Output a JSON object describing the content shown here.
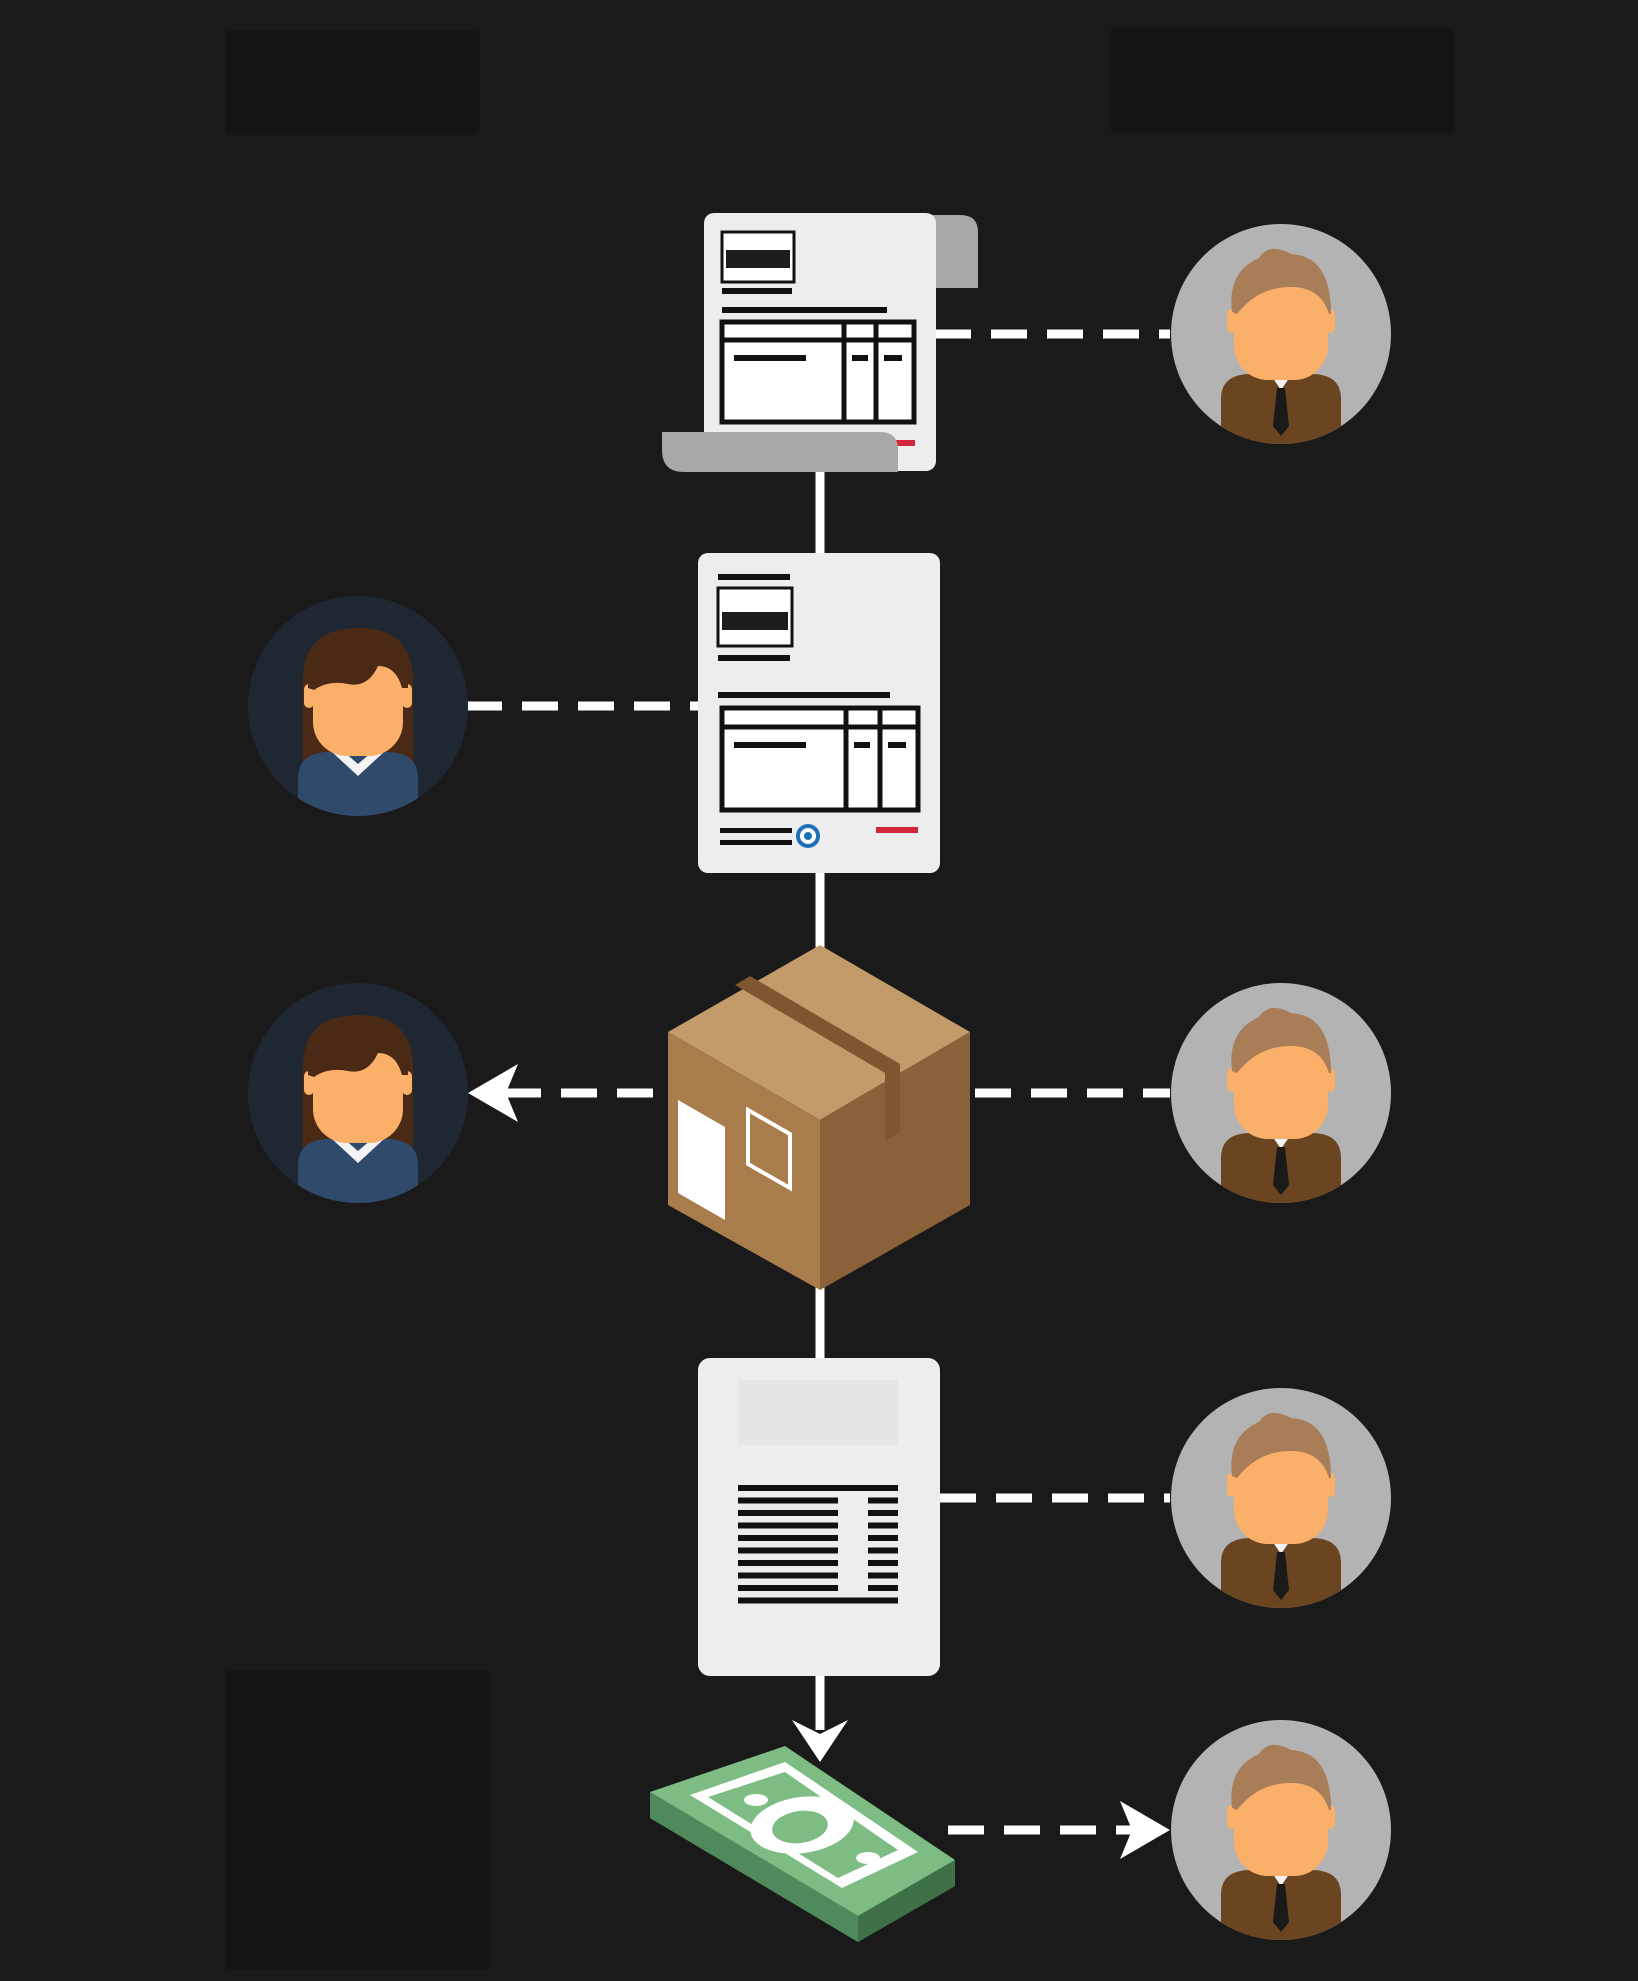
{
  "colors": {
    "background": "#1a1a1a",
    "line": "#ffffff",
    "paper": "#ededed",
    "paper_fold": "#a8a8a8",
    "ink": "#111111",
    "accent_red": "#d0283a",
    "accent_blue": "#1d6fb8",
    "box_top": "#c39a69",
    "box_left": "#a97c4c",
    "box_right": "#8a6139",
    "box_tape": "#7e5630",
    "cash_light": "#7dbd83",
    "cash_dark": "#4f8a5c",
    "skin": "#fbb06a",
    "man_bg": "#b3b3b3",
    "man_hair": "#a87d57",
    "man_suit": "#6b4420",
    "woman_bg": "#1f2733",
    "woman_hair": "#4a2a15",
    "woman_top": "#304a6b"
  },
  "nodes": [
    {
      "id": "purchase-order",
      "icon": "receipt-scroll-icon"
    },
    {
      "id": "sales-order",
      "icon": "order-document-icon"
    },
    {
      "id": "shipment",
      "icon": "cardboard-box-icon"
    },
    {
      "id": "invoice",
      "icon": "invoice-document-icon"
    },
    {
      "id": "payment",
      "icon": "cash-stack-icon"
    }
  ],
  "actors": [
    {
      "id": "buyer-1",
      "icon": "businessman-icon",
      "role": "male"
    },
    {
      "id": "seller-1",
      "icon": "businesswoman-icon",
      "role": "female"
    },
    {
      "id": "seller-2",
      "icon": "businesswoman-icon",
      "role": "female"
    },
    {
      "id": "buyer-2",
      "icon": "businessman-icon",
      "role": "male"
    },
    {
      "id": "buyer-3",
      "icon": "businessman-icon",
      "role": "male"
    },
    {
      "id": "seller-3",
      "icon": "businessman-icon",
      "role": "male"
    }
  ],
  "links": [
    {
      "from": "buyer-1",
      "to": "purchase-order",
      "style": "dashed",
      "arrow": false
    },
    {
      "from": "seller-1",
      "to": "sales-order",
      "style": "dashed",
      "arrow": false
    },
    {
      "from": "shipment",
      "to": "seller-2",
      "style": "dashed",
      "arrow": true
    },
    {
      "from": "buyer-2",
      "to": "shipment",
      "style": "dashed",
      "arrow": false
    },
    {
      "from": "buyer-3",
      "to": "invoice",
      "style": "dashed",
      "arrow": false
    },
    {
      "from": "payment",
      "to": "seller-3",
      "style": "dashed",
      "arrow": true
    },
    {
      "from": "invoice",
      "to": "payment",
      "style": "solid",
      "arrow": true
    }
  ]
}
